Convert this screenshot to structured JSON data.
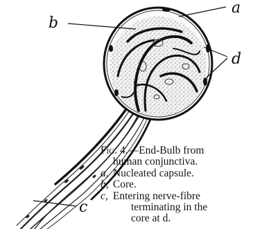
{
  "labels": {
    "a": "a",
    "b": "b",
    "c": "c",
    "d": "d"
  },
  "caption": {
    "fig": "Fig. 4.",
    "title_line1": "—End-Bulb from",
    "title_line2": "human conjunctiva.",
    "items": [
      {
        "key": "a,",
        "text": "Nucleated capsule."
      },
      {
        "key": "b,",
        "text": "Core."
      },
      {
        "key": "c,",
        "text": "Entering nerve-fibre"
      }
    ],
    "cont_line1": "terminating in the",
    "cont_line2": "core at d."
  }
}
